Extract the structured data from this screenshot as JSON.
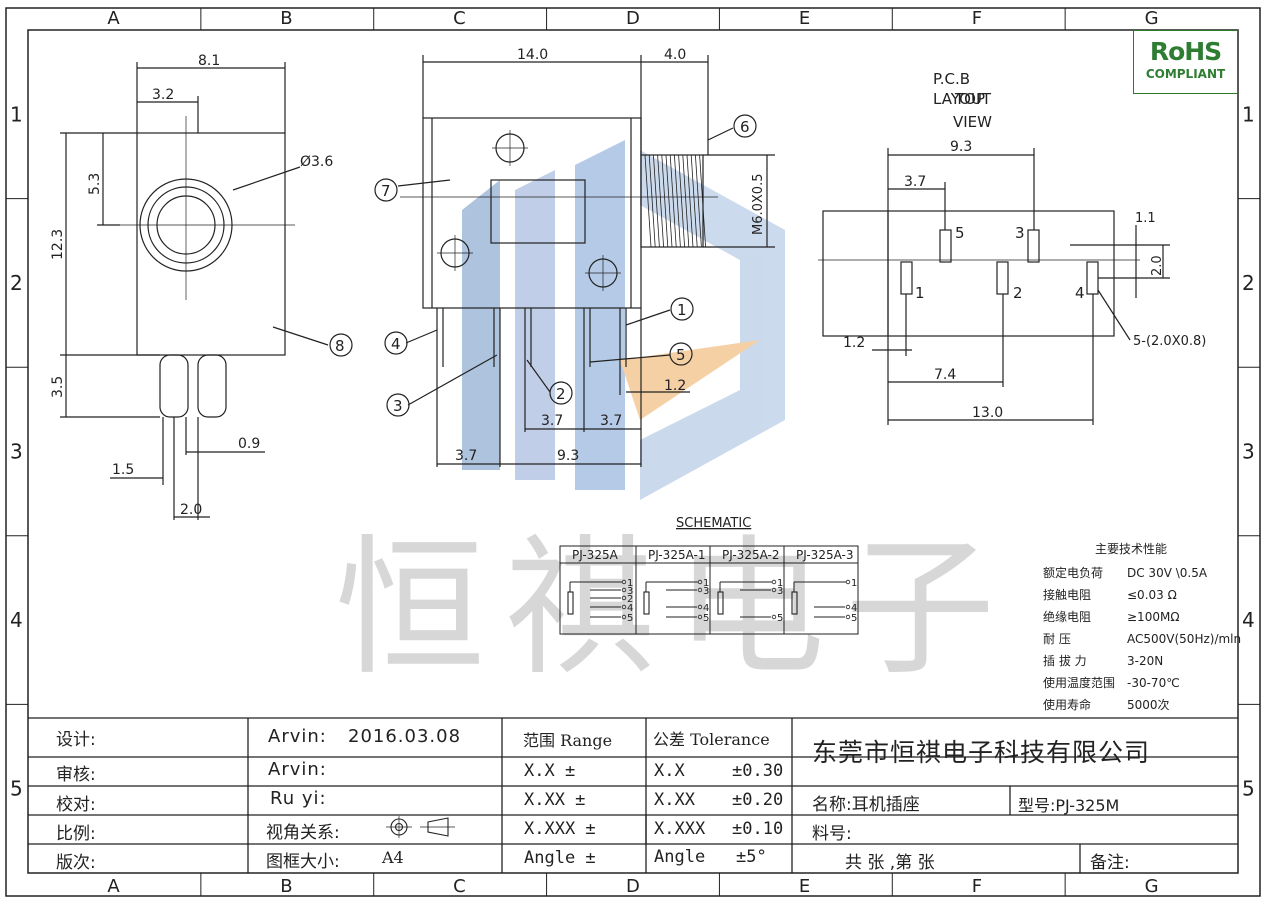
{
  "grid": {
    "columns": [
      "A",
      "B",
      "C",
      "D",
      "E",
      "F",
      "G"
    ],
    "rows": [
      "1",
      "2",
      "3",
      "4",
      "5"
    ]
  },
  "logo": {
    "line1": "RoHS",
    "line2": "COMPLIANT"
  },
  "watermark": {
    "text": "恒祺电子"
  },
  "front_view": {
    "dims": {
      "width": "8.1",
      "offset": "3.2",
      "height": "12.3",
      "center": "5.3",
      "hole": "Ø3.6",
      "pin_len": "3.5",
      "pin_gap": "1.5",
      "pin_w": "0.9",
      "pitch": "2.0"
    },
    "callout": "8"
  },
  "side_view": {
    "dims": {
      "length": "14.0",
      "thread_len": "4.0",
      "thread": "M6.0X0.5",
      "p1": "3.7",
      "p2": "3.7",
      "p3": "1.2",
      "b1": "3.7",
      "b2": "9.3"
    },
    "callouts": [
      "1",
      "2",
      "3",
      "4",
      "5",
      "6",
      "7"
    ]
  },
  "pcb": {
    "title": [
      "P.C.B",
      "LAYOUT",
      "TOP",
      "VIEW"
    ],
    "dims": {
      "top": "9.3",
      "left": "3.7",
      "w": "1.1",
      "h": "2.0",
      "side": "1.2",
      "mid": "7.4",
      "total": "13.0"
    },
    "pins": [
      "5",
      "3",
      "1",
      "2",
      "4"
    ],
    "pad_note": "5-(2.0X0.8)"
  },
  "schematic": {
    "title": "SCHEMATIC",
    "headers": [
      "PJ-325A",
      "PJ-325A-1",
      "PJ-325A-2",
      "PJ-325A-3"
    ],
    "panels": [
      {
        "pins": [
          "1",
          "3",
          "2",
          "4",
          "5"
        ]
      },
      {
        "pins": [
          "1",
          "3",
          "4",
          "5"
        ]
      },
      {
        "pins": [
          "1",
          "3",
          "5"
        ]
      },
      {
        "pins": [
          "1",
          "4",
          "5"
        ]
      }
    ]
  },
  "specs": {
    "title": "主要技术性能",
    "rows": [
      {
        "k": "额定电负荷",
        "v": "DC 30V \\0.5A"
      },
      {
        "k": "接触电阻",
        "v": "≤0.03  Ω"
      },
      {
        "k": "绝缘电阻",
        "v": "≥100MΩ"
      },
      {
        "k": "耐     压",
        "v": "AC500V(50Hz)/mln"
      },
      {
        "k": "插 拔 力",
        "v": "3-20N"
      },
      {
        "k": "使用温度范围",
        "v": "-30-70℃"
      },
      {
        "k": "使用寿命",
        "v": "5000次"
      }
    ]
  },
  "title_block": {
    "labels": [
      "设计:",
      "审核:",
      "校对:",
      "比例:",
      "版次:"
    ],
    "design_name": "Arvin:",
    "design_date": "2016.03.08",
    "review": "Arvin:",
    "check": "Ru  yi:",
    "view_angle": "视角关系:",
    "frame_size": "图框大小:",
    "frame_value": "A4",
    "range_head": "范围 Range",
    "tol_head": "公差 Tolerance",
    "range": [
      "X.X    ±",
      "X.XX   ±",
      "X.XXX  ±",
      "Angle  ±"
    ],
    "tol_fmt": [
      "X.X",
      "X.XX",
      "X.XXX",
      "Angle"
    ],
    "tol_val": [
      "±0.30",
      "±0.20",
      "±0.10",
      "±5°"
    ],
    "company": "东莞市恒祺电子科技有限公司",
    "name": "名称:耳机插座",
    "model": "型号:PJ-325M",
    "part_no": "料号:",
    "sheets": "共    张  ,第    张",
    "remark": "备注:"
  }
}
